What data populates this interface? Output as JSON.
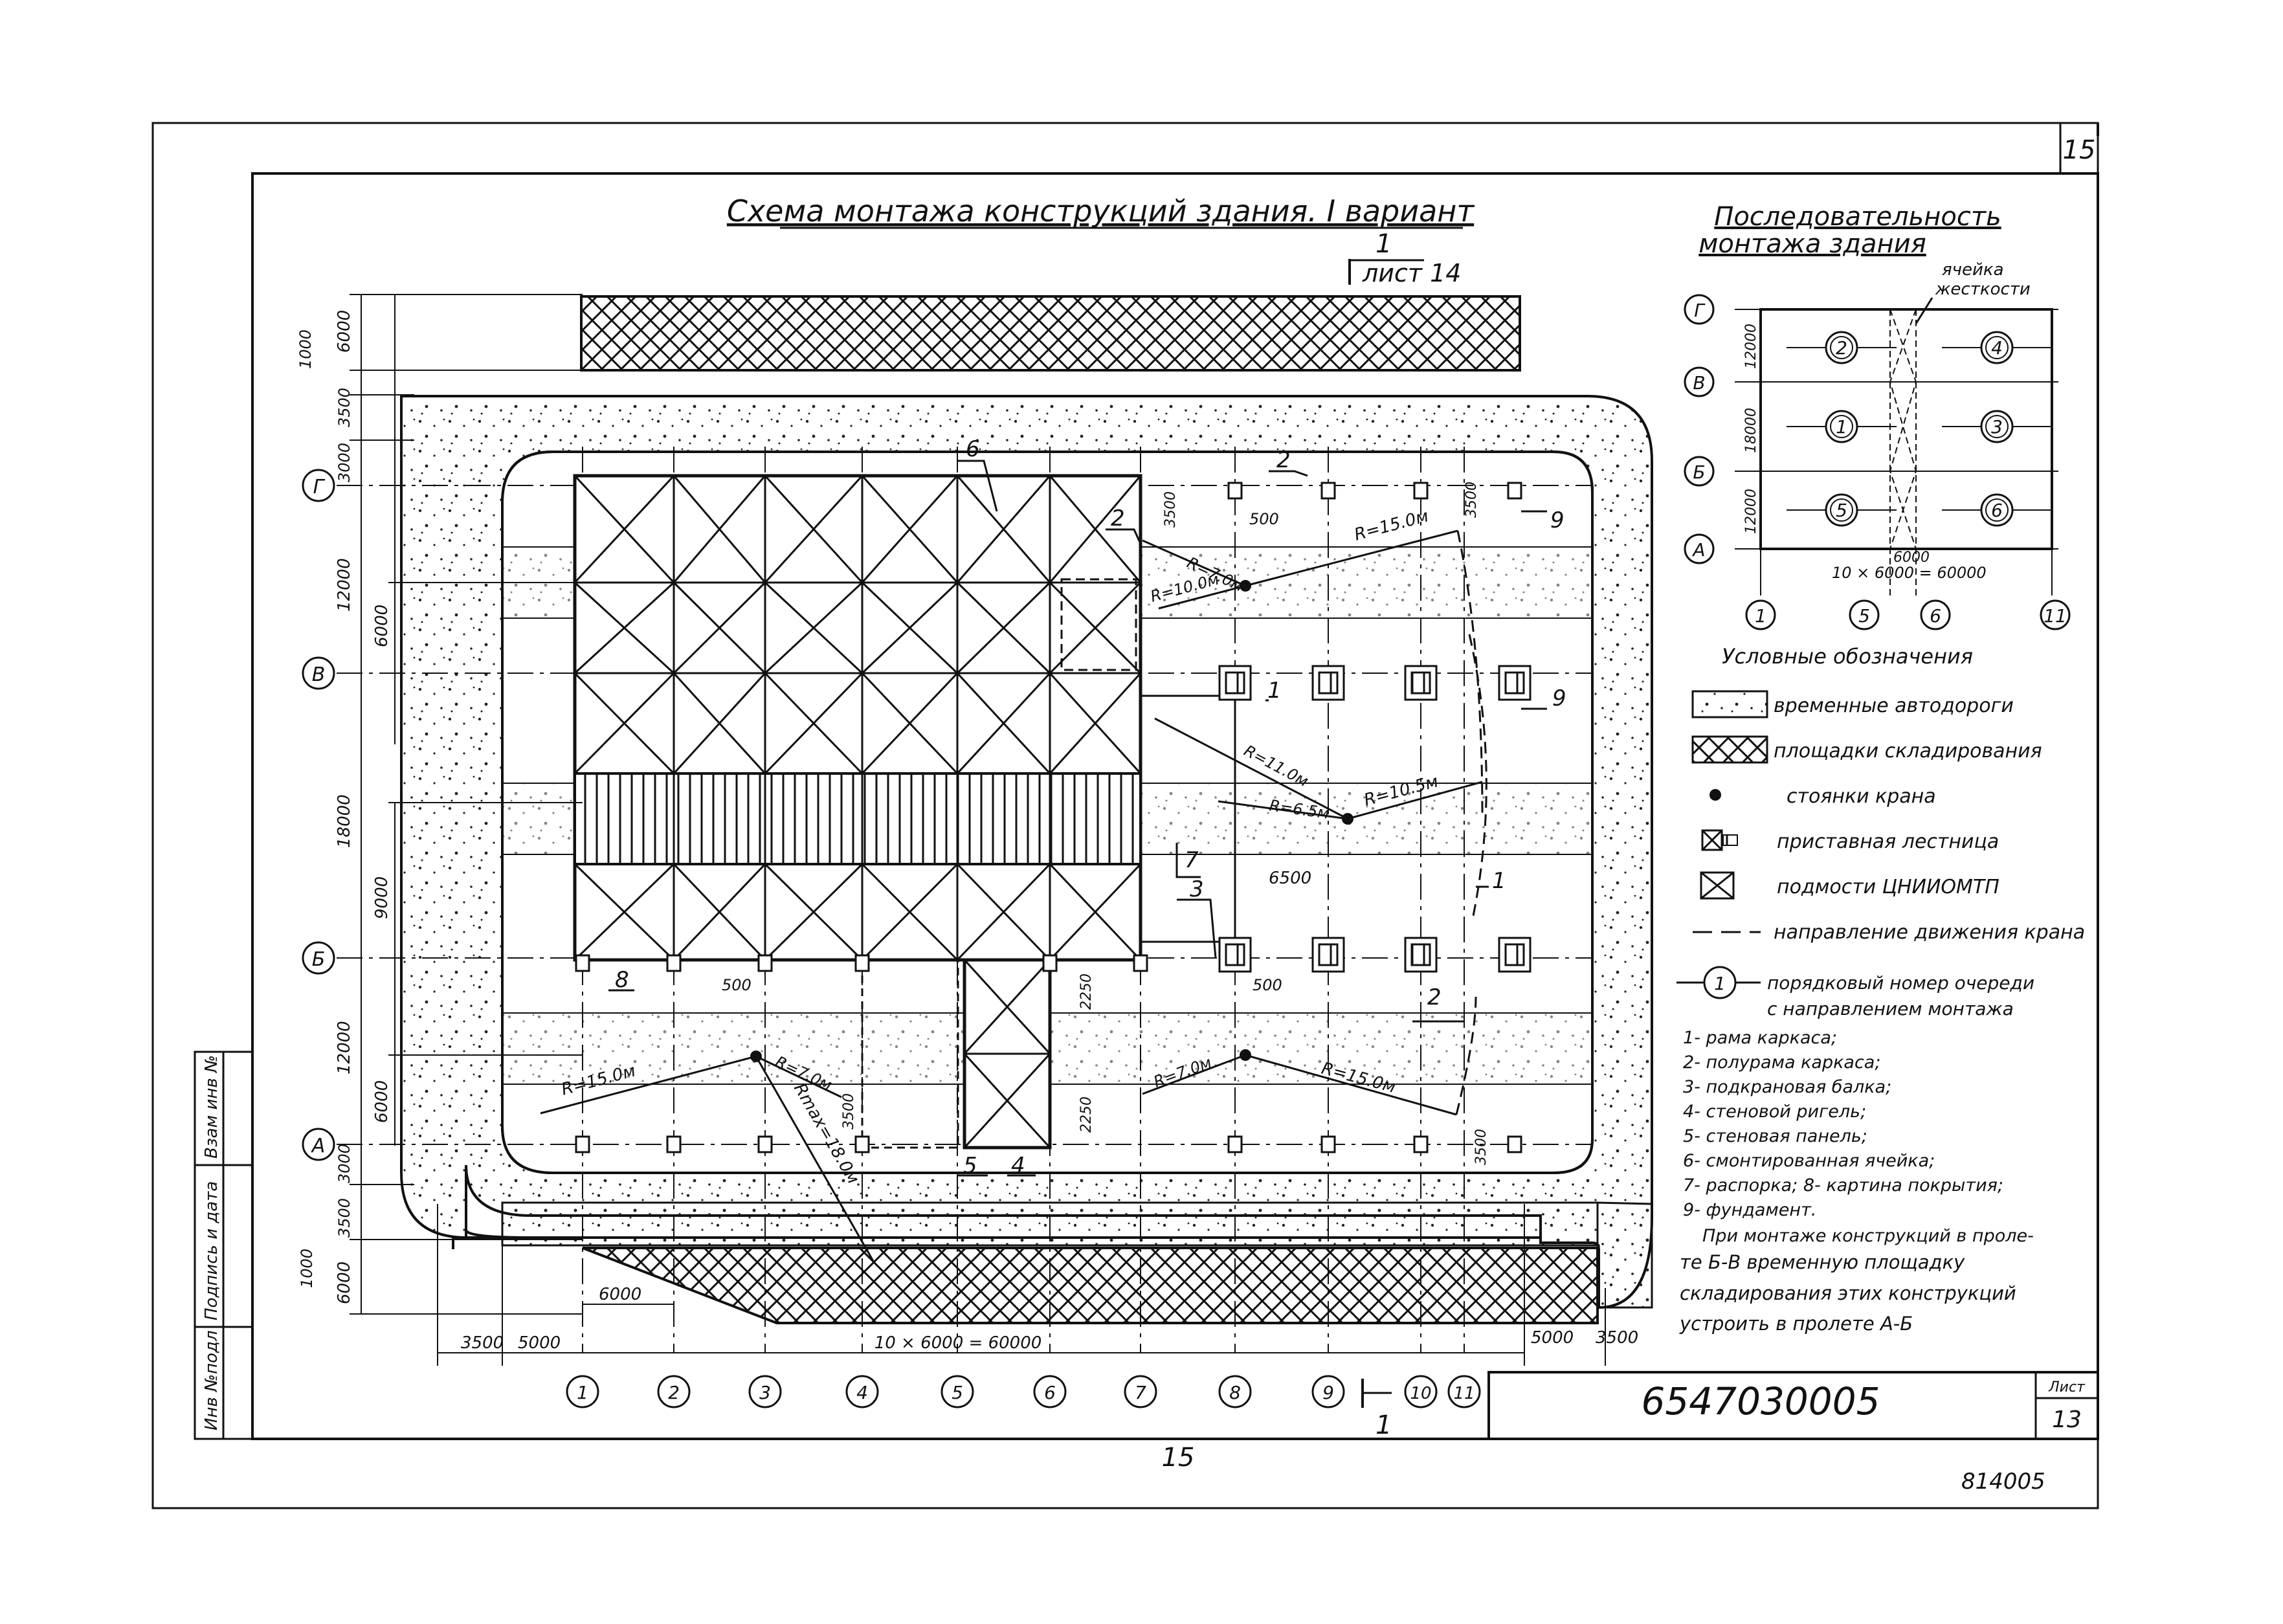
{
  "sheet": {
    "page_number_top": "15",
    "page_number_bottom": "15",
    "archive_number": "814005",
    "document_code": "6547030005",
    "list_label": "Лист",
    "list_number": "13",
    "stamp_labels": [
      "Инв №подл",
      "Подпись и дата",
      "Взам инв №"
    ]
  },
  "main_title": "Схема монтажа конструкций здания. I вариант",
  "section_mark": {
    "number": "1",
    "label": "лист 14",
    "bottom_number": "1"
  },
  "sequence": {
    "title_line1": "Последовательность",
    "title_line2": "монтажа здания",
    "stiff_cell_line1": "ячейка",
    "stiff_cell_line2": "жесткости",
    "rows": [
      "Г",
      "В",
      "Б",
      "А"
    ],
    "row_dims": [
      "12000",
      "18000",
      "12000"
    ],
    "cols": [
      "1",
      "5",
      "6",
      "11"
    ],
    "dim_cell": "6000",
    "dim_total": "10 × 6000 = 60000",
    "cells": [
      "2",
      "4",
      "1",
      "3",
      "5",
      "6"
    ]
  },
  "legend": {
    "title": "Условные обозначения",
    "items": [
      {
        "icon": "temporary-road-icon",
        "label": "временные автодороги"
      },
      {
        "icon": "storage-area-icon",
        "label": "площадки складирования"
      },
      {
        "icon": "crane-stand-icon",
        "label": "стоянки крана"
      },
      {
        "icon": "ladder-icon",
        "label": "приставная лестница"
      },
      {
        "icon": "scaffold-icon",
        "label": "подмости ЦНИИОМТП"
      },
      {
        "icon": "crane-direction-icon",
        "label": "направление движения крана"
      }
    ],
    "order_line1": "порядковый номер очереди",
    "order_line2": "с направлением монтажа",
    "order_number": "1",
    "notes": [
      "1- рама каркаса;",
      "2- полурама каркаса;",
      "3- подкрановая балка;",
      "4- стеновой ригель;",
      "5- стеновая панель;",
      "6- смонтированная ячейка;",
      "7- распорка; 8- картина покрытия;",
      "9- фундамент."
    ],
    "remark": [
      "При монтаже конструкций в проле-",
      "те Б-В временную площадку",
      "складирования этих конструкций",
      "устроить в пролете А-Б"
    ]
  },
  "plan": {
    "column_axes": [
      "1",
      "2",
      "3",
      "4",
      "5",
      "6",
      "7",
      "8",
      "9",
      "10",
      "11"
    ],
    "row_axes": [
      "Г",
      "В",
      "Б",
      "А"
    ],
    "left_dims": [
      "6000",
      "1000",
      "3000",
      "3500",
      "12000",
      "6000",
      "18000",
      "9000",
      "12000",
      "6000",
      "3000",
      "3500",
      "6000",
      "1000"
    ],
    "bottom_dims": [
      "3500",
      "5000",
      "6000",
      "10 × 6000 = 60000",
      "5000",
      "3500"
    ],
    "radii": [
      "R=7.0м",
      "R=10.0м",
      "R=15.0м",
      "R=11.0м",
      "R=6.5м",
      "R=10.5м",
      "R=15.0м",
      "R=7.0м",
      "Rmax=18.0м",
      "R=7.0м",
      "R=15.0м"
    ],
    "dims_small": [
      "3500",
      "500",
      "3500",
      "6500",
      "500",
      "500",
      "2250",
      "2250",
      "3500",
      "3500"
    ],
    "callouts": [
      "6",
      "2",
      "2",
      "9",
      "9",
      "1",
      "7",
      "3",
      "1",
      "8",
      "2",
      "5",
      "4"
    ]
  }
}
